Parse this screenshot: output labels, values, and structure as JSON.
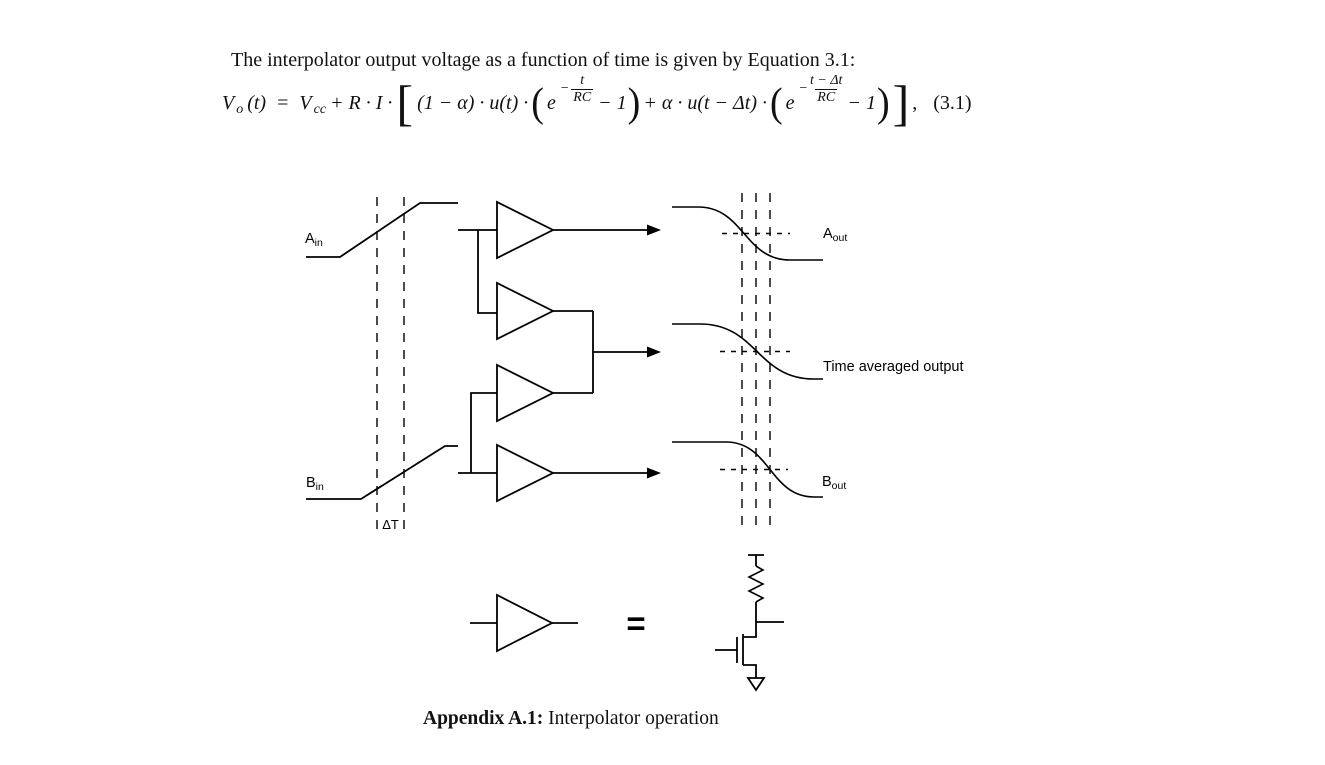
{
  "intro": {
    "text": "The interpolator output voltage as a function of time is given by Equation 3.1:"
  },
  "eq": {
    "V": "V",
    "sub_o": "o",
    "of_t": "(t)",
    "equals": "=",
    "sub_cc": "cc",
    "r_i": "+ R · I ·",
    "lbracket": "[",
    "rbracket": "]",
    "term1": "(1 − α) · u(t) ·",
    "term2": "+ α · u(t − Δt) ·",
    "lparen": "(",
    "rparen": ")",
    "e": "e",
    "neg": "−",
    "num1": "t",
    "num2": "t − Δt",
    "den": "RC",
    "minus_one": "− 1",
    "comma": ",",
    "number": "(3.1)"
  },
  "diagram": {
    "labels": {
      "a_in": {
        "main": "A",
        "sub": "in"
      },
      "b_in": {
        "main": "B",
        "sub": "in"
      },
      "a_out": {
        "main": "A",
        "sub": "out"
      },
      "b_out": {
        "main": "B",
        "sub": "out"
      },
      "time_avg": "Time averaged output",
      "delta_t": "ΔT"
    },
    "legend": {
      "equals": "="
    },
    "colors": {
      "ink": "#000000",
      "background": "#ffffff"
    }
  },
  "caption": {
    "label": "Appendix A.1:",
    "text": "Interpolator operation"
  }
}
